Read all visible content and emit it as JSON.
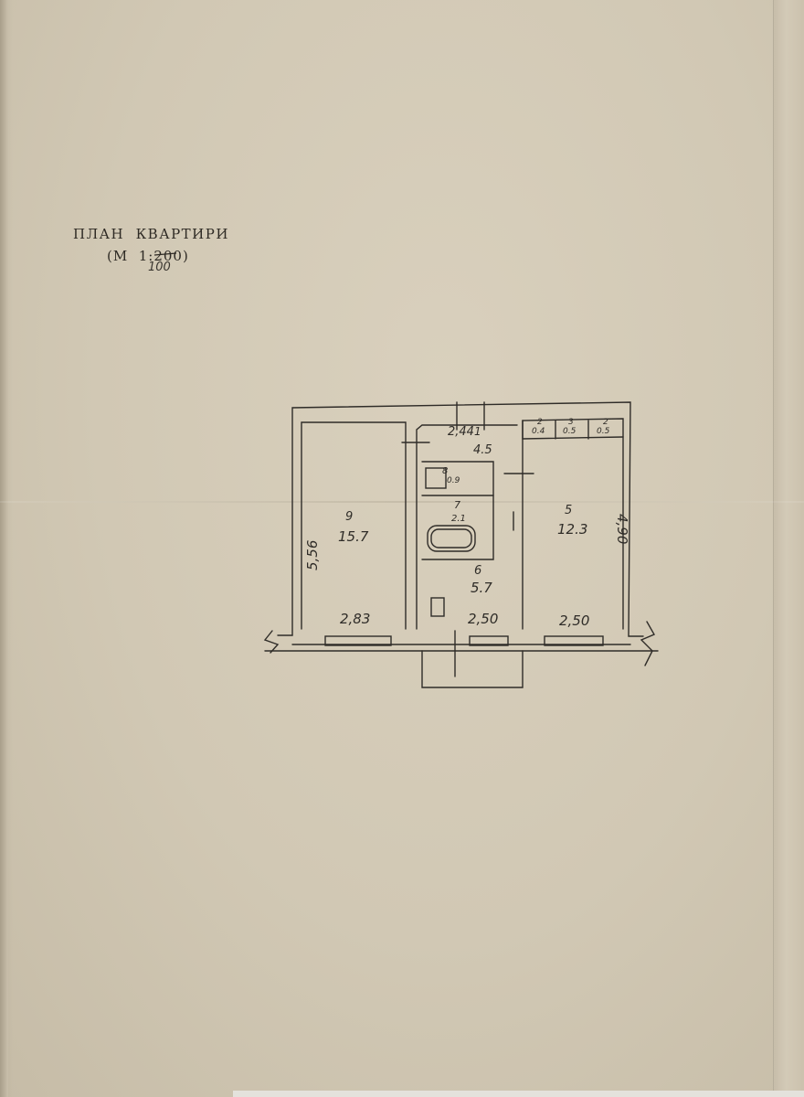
{
  "document": {
    "title": "ПЛАН  КВАРТИРИ",
    "scale_printed": "(М  1:200)",
    "scale_handwritten": "100"
  },
  "rooms": [
    {
      "number": "9",
      "area": "15.7"
    },
    {
      "number": "5",
      "area": "12.3"
    },
    {
      "number": "6",
      "area": "5.7"
    },
    {
      "number": "1",
      "area": "4.5"
    },
    {
      "number": "7",
      "area": "2.1"
    },
    {
      "number": "8",
      "area": "0.9"
    },
    {
      "number": "2",
      "area": "0.4"
    },
    {
      "number": "3",
      "area": "0.5"
    },
    {
      "number": "2",
      "area": "0.5"
    }
  ],
  "dimensions": {
    "room9_width": "2,83",
    "room9_length": "5,56",
    "room6_width": "2,50",
    "room5_width": "2,50",
    "room5_length": "4,90",
    "hall_width": "2,44"
  }
}
